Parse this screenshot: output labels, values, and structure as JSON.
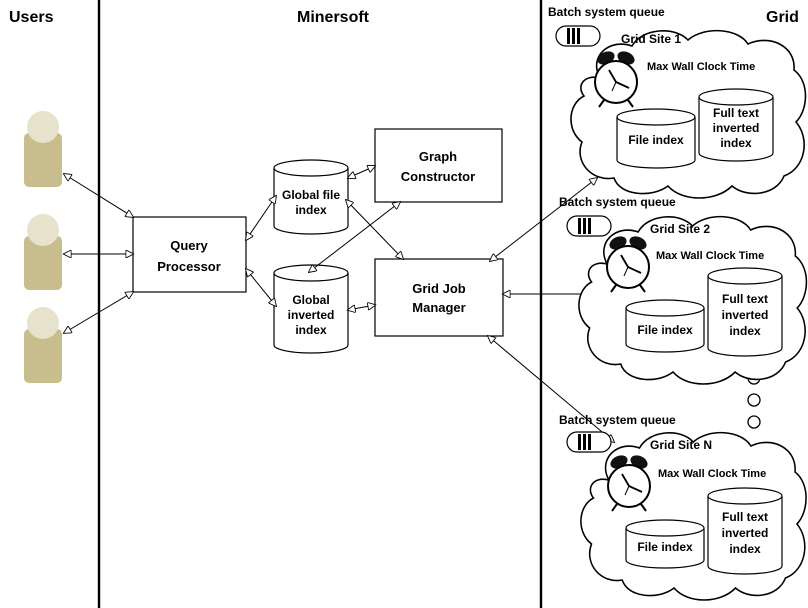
{
  "headers": {
    "users": "Users",
    "minersoft": "Minersoft",
    "grid": "Grid"
  },
  "components": {
    "query_processor": [
      "Query",
      "Processor"
    ],
    "graph_constructor": [
      "Graph",
      "Constructor"
    ],
    "grid_job_manager": [
      "Grid Job",
      "Manager"
    ],
    "global_file_index": [
      "Global file",
      "index"
    ],
    "global_inverted_index": [
      "Global",
      "inverted",
      "index"
    ]
  },
  "grid_sites": [
    {
      "queue_label": "Batch system queue",
      "site_label": "Grid Site 1",
      "clock_label": "Max Wall Clock Time",
      "file_index": "File index",
      "fulltext_index": [
        "Full text",
        "inverted",
        "index"
      ]
    },
    {
      "queue_label": "Batch system queue",
      "site_label": "Grid Site 2",
      "clock_label": "Max Wall Clock Time",
      "file_index": "File index",
      "fulltext_index": [
        "Full text",
        "inverted",
        "index"
      ]
    },
    {
      "queue_label": "Batch system queue",
      "site_label": "Grid Site N",
      "clock_label": "Max Wall Clock Time",
      "file_index": "File index",
      "fulltext_index": [
        "Full text",
        "inverted",
        "index"
      ]
    }
  ],
  "colors": {
    "user_body": "#c8bd8c",
    "user_head": "#e7e2cc",
    "line": "#000000",
    "fill": "#ffffff"
  },
  "icons": [
    "user-icon",
    "alarm-clock-icon",
    "batch-queue-icon",
    "database-cylinder-icon",
    "cloud-shape"
  ]
}
